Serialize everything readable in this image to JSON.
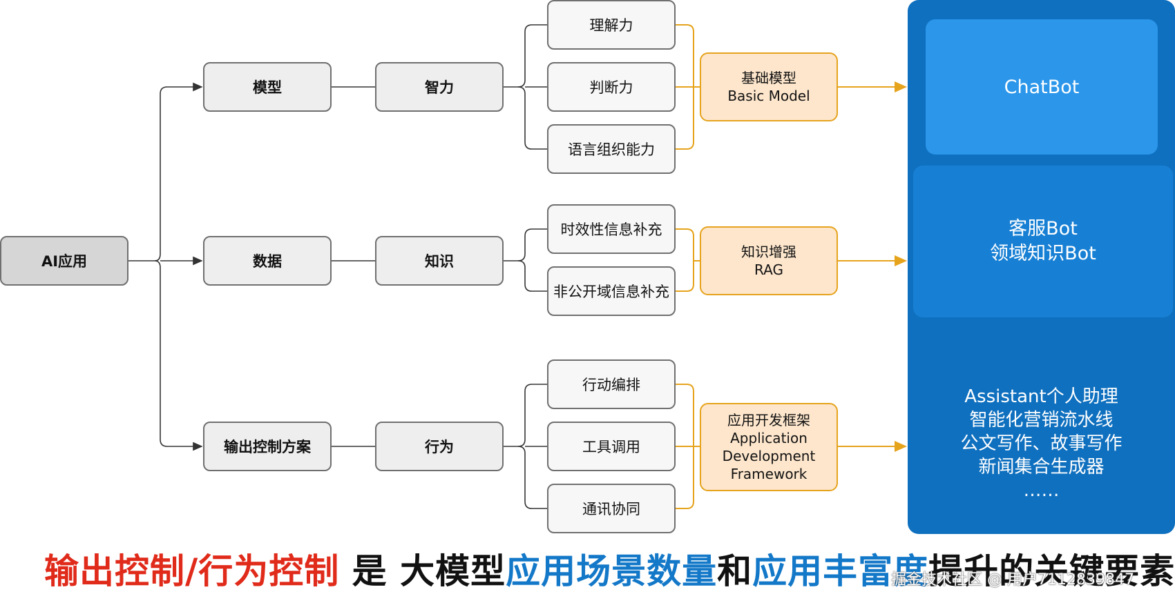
{
  "root": "AI应用",
  "rows": [
    {
      "label": "模型",
      "sub": "智力",
      "leaves": [
        "理解力",
        "判断力",
        "语言组织能力"
      ],
      "outcome": [
        "基础模型",
        "Basic Model"
      ]
    },
    {
      "label": "数据",
      "sub": "知识",
      "leaves": [
        "时效性信息补充",
        "非公开域信息补充"
      ],
      "outcome": [
        "知识增强",
        "RAG"
      ]
    },
    {
      "label": "输出控制方案",
      "sub": "行为",
      "leaves": [
        "行动编排",
        "工具调用",
        "通讯协同"
      ],
      "outcome": [
        "应用开发框架",
        "Application",
        "Development",
        "Framework"
      ]
    }
  ],
  "apps": [
    [
      "ChatBot"
    ],
    [
      "客服Bot",
      "领域知识Bot"
    ],
    [
      "Assistant个人助理",
      "智能化营销流水线",
      "公文写作、故事写作",
      "新闻集合生成器",
      "……"
    ]
  ],
  "caption": {
    "part1": "输出控制/行为控制",
    "part2": " 是 大模型",
    "part3": "应用场景数量",
    "part4": "和",
    "part5": "应用丰富度",
    "part6": "提升的关键要素"
  },
  "watermark": "掘金技术社区 @ 用户7112839847",
  "colors": {
    "connector": "#333333",
    "outcome_arrow": "#e6a31c",
    "panel": "#0f70bf",
    "accent_red": "#e02a1a",
    "accent_blue": "#1378c8"
  }
}
